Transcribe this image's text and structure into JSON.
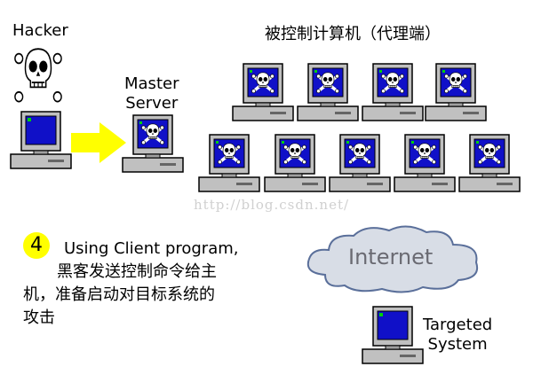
{
  "hacker_label": "Hacker",
  "master_label_line1": "Master",
  "master_label_line2": "Server",
  "agents_title": "被控制计算机（代理端）",
  "watermark": "http://blog.csdn.net/",
  "step_number": "4",
  "step_text_line1": "Using Client program,",
  "step_text_line2": "黑客发送控制命令给主",
  "step_text_line3": "机，准备启动对目标系统的",
  "step_text_line4": "攻击",
  "internet_label": "Internet",
  "target_label_line1": "Targeted",
  "target_label_line2": "System",
  "colors": {
    "screen_blue": "#1010c8",
    "arrow_yellow": "#ffff00",
    "badge_yellow": "#ffff00",
    "cloud_fill": "#d8dde6",
    "cloud_stroke": "#5a6f9a",
    "pc_gray": "#c0c0c0"
  }
}
